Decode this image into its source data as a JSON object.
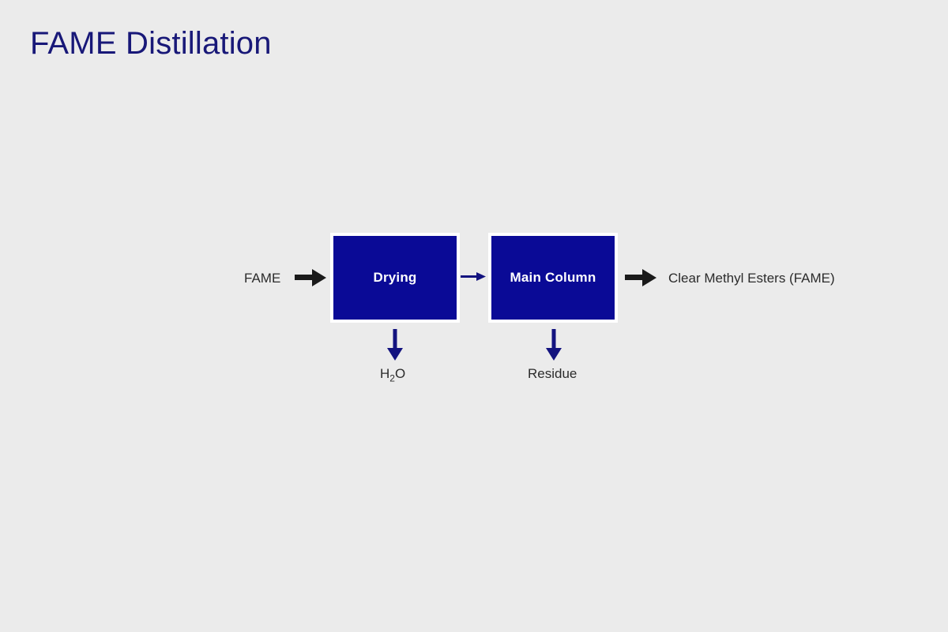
{
  "slide": {
    "title": "FAME Distillation",
    "background_color": "#ebebeb",
    "title_color": "#181878"
  },
  "diagram": {
    "type": "process-flow",
    "box_fill_color": "#0a0a96",
    "box_border_color": "#ffffff",
    "box_text_color": "#ffffff",
    "label_text_color": "#2b2b2b",
    "boxes": [
      {
        "id": "drying",
        "label": "Drying"
      },
      {
        "id": "main-column",
        "label": "Main Column"
      }
    ],
    "labels": {
      "feed": "FAME",
      "product": "Clear Methyl Esters (FAME)",
      "drying_byproduct_formula": "H",
      "drying_byproduct_subscript": "2",
      "drying_byproduct_tail": "O",
      "column_byproduct": "Residue"
    },
    "arrows": [
      {
        "id": "feed-arrow",
        "direction": "right",
        "color": "#1a1a1a",
        "style": "thick"
      },
      {
        "id": "drying-to-column-arrow",
        "direction": "right",
        "color": "#13137f",
        "style": "thin"
      },
      {
        "id": "product-arrow",
        "direction": "right",
        "color": "#1a1a1a",
        "style": "thick"
      },
      {
        "id": "h2o-arrow",
        "direction": "down",
        "color": "#13137f",
        "style": "medium"
      },
      {
        "id": "residue-arrow",
        "direction": "down",
        "color": "#13137f",
        "style": "medium"
      }
    ]
  }
}
